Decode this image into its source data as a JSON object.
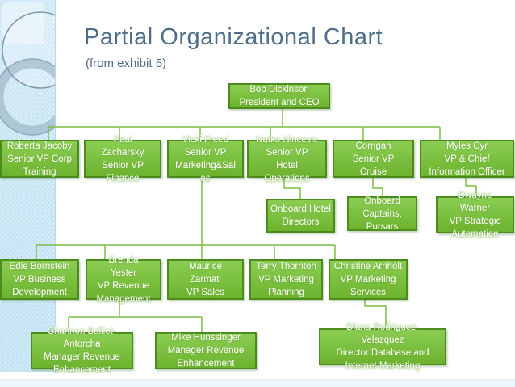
{
  "slide": {
    "title": "Partial Organizational Chart",
    "subtitle": "(from exhibit 5)"
  },
  "colors": {
    "node_fill": "#7dc242",
    "node_border": "#4c8c1c",
    "connector_line": "#7cbd42",
    "title_text": "#4f6e8a",
    "node_text": "#ffffff",
    "sidebar_band": "#cbe6f4"
  },
  "org": {
    "ceo": "Bob Dickinson\nPresident and CEO",
    "training": "Roberta Jacoby\nSenior VP Corp\nTraining",
    "finance": "Paul\nZacharsky\nSenior VP\nFinance",
    "marketing_sales": "Vicki Freed\nSenior VP\nMarketing&Sal\nes",
    "hotel_ops": "Natko Nincevic\nSenior VP\nHotel\nOperations",
    "cruise": "Corrigan\nSenior VP\nCruise",
    "cio": "Myles Cyr\nVP & Chief\nInformation Officer",
    "hotel_directors": "Onboard Hotel\nDirectors",
    "captains_pursars": "Onboard\nCaptains,\nPursars",
    "strategic_automation": "Dwayne\nWarner\nVP Strategic\nAutomation",
    "business_dev": "Edie Bornstein\nVP Business\nDevelopment",
    "revenue_mgmt": "Brenda\nYester\nVP Revenue\nManagement",
    "sales": "Maurice\nZarmati\nVP Sales",
    "marketing_planning": "Terry Thornton\nVP Marketing\nPlanning",
    "marketing_services": "Christine Arnholt\nVP Marketing\nServices",
    "revenue_enh_1": "Shannon Balliet-\nAntorcha\nManager Revenue\nEnhancement",
    "revenue_enh_2": "Mike Hunssinger\nManager Revenue\nEnhancement",
    "database_marketing": "Diana Rodriguez-\nVelazquez\nDirector Database and\nInternet Marketing"
  },
  "edges": [
    [
      "ceo",
      "training"
    ],
    [
      "ceo",
      "finance"
    ],
    [
      "ceo",
      "marketing_sales"
    ],
    [
      "ceo",
      "hotel_ops"
    ],
    [
      "ceo",
      "cruise"
    ],
    [
      "ceo",
      "cio"
    ],
    [
      "hotel_ops",
      "hotel_directors"
    ],
    [
      "cruise",
      "captains_pursars"
    ],
    [
      "cio",
      "strategic_automation"
    ],
    [
      "marketing_sales",
      "business_dev"
    ],
    [
      "marketing_sales",
      "revenue_mgmt"
    ],
    [
      "marketing_sales",
      "sales"
    ],
    [
      "marketing_sales",
      "marketing_planning"
    ],
    [
      "marketing_sales",
      "marketing_services"
    ],
    [
      "revenue_mgmt",
      "revenue_enh_1"
    ],
    [
      "revenue_mgmt",
      "revenue_enh_2"
    ],
    [
      "marketing_services",
      "database_marketing"
    ]
  ]
}
